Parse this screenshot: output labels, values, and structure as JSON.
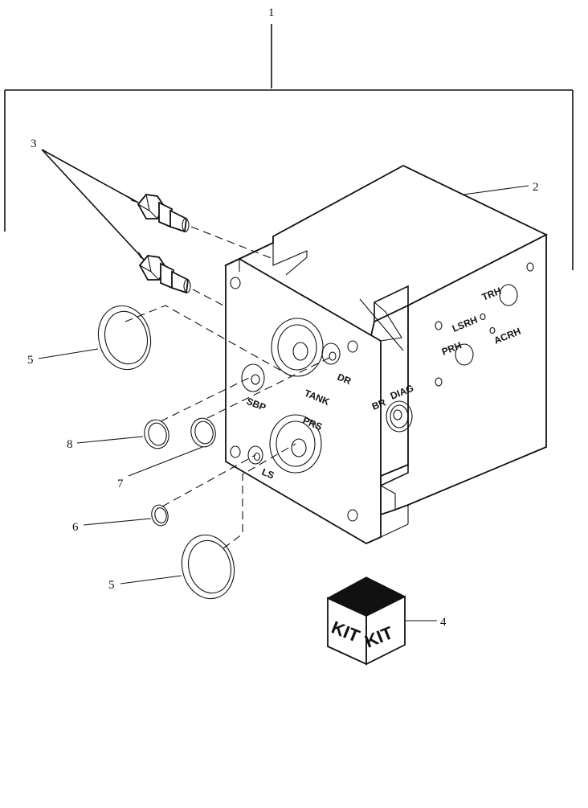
{
  "callouts": {
    "c1": "1",
    "c2": "2",
    "c3": "3",
    "c4": "4",
    "c5a": "5",
    "c5b": "5",
    "c6": "6",
    "c7": "7",
    "c8": "8"
  },
  "ports": {
    "tank": "TANK",
    "dr": "DR",
    "sbp": "SBP",
    "prs": "PRS",
    "ls": "LS",
    "br": "BR",
    "diag": "DIAG",
    "trh": "TRH",
    "lsrh": "LSRH",
    "prh": "PRH",
    "acrh": "ACRH"
  },
  "kit": {
    "left": "KIT",
    "right": "KIT"
  }
}
